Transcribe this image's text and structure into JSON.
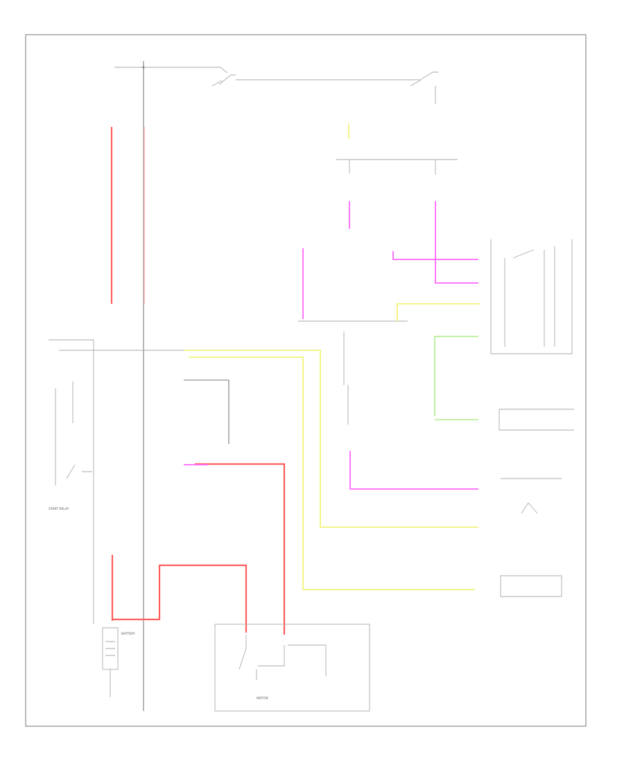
{
  "diagram": {
    "type": "wiring-schematic",
    "wire_colors": {
      "red": "#ff5c5c",
      "pink": "#ffb3b3",
      "yellow": "#f2f27a",
      "magenta": "#ff66ff",
      "green": "#9de86f",
      "black": "#7a7a7a"
    },
    "labels": {
      "start_relay": "START RELAY",
      "battery": "BATTERY",
      "starter_motor": "MOTOR"
    }
  }
}
